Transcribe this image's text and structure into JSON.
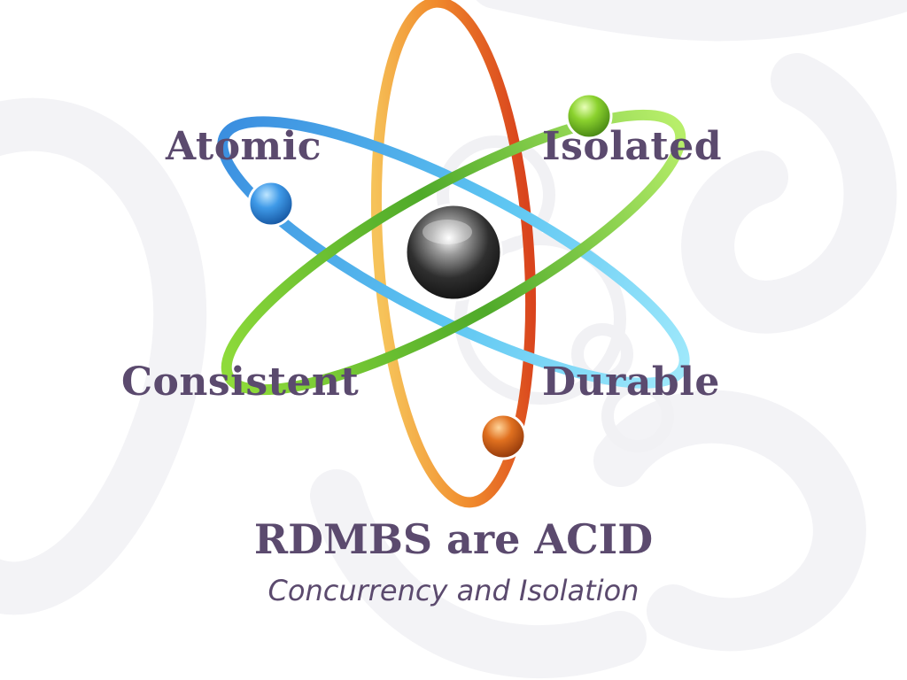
{
  "slide": {
    "labels": {
      "atomic": "Atomic",
      "isolated": "Isolated",
      "consistent": "Consistent",
      "durable": "Durable"
    },
    "title": "RDMBS are ACID",
    "subtitle": "Concurrency and Isolation"
  },
  "colors": {
    "text": "#5b4a6e",
    "orbit_orange": "#e8632a",
    "orbit_blue": "#3d9be0",
    "orbit_green": "#6cc22a",
    "nucleus": "#3a3a3a",
    "electron_blue": "#2b7ed6",
    "electron_green": "#7ac427",
    "electron_orange": "#d2621c",
    "background_swirl": "#f2f2f5"
  },
  "icons": [
    "atom-diagram-icon",
    "nucleus-icon",
    "electron-icon"
  ]
}
